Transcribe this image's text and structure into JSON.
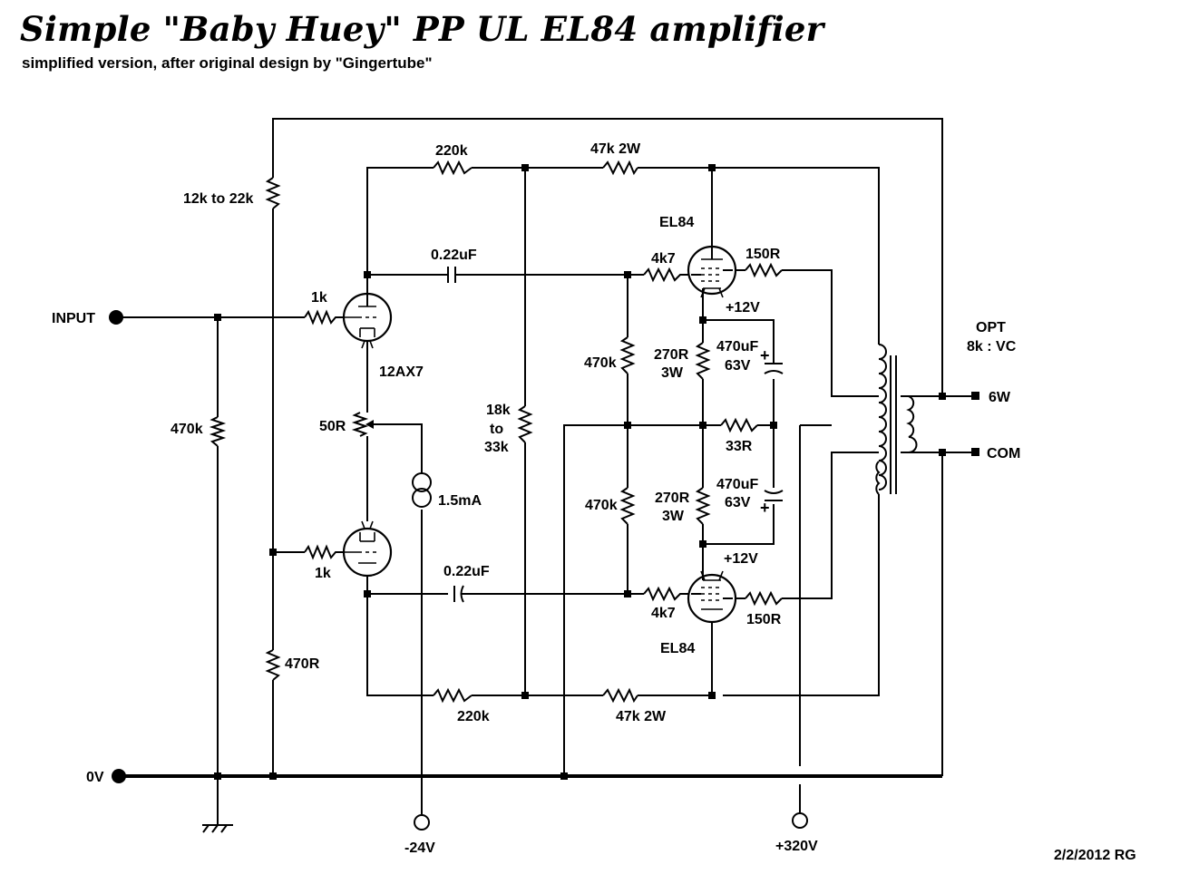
{
  "title": "Simple \"Baby Huey\" PP UL EL84 amplifier",
  "subtitle": "simplified version, after original design by \"Gingertube\"",
  "date": "2/2/2012 RG",
  "labels": {
    "input": "INPUT",
    "zero_v": "0V",
    "neg_24v": "-24V",
    "pos_320v": "+320V",
    "opt": "OPT",
    "opt_ratio": "8k : VC",
    "out_6w": "6W",
    "out_com": "COM",
    "tube_12ax7": "12AX7",
    "tube_el84_top": "EL84",
    "tube_el84_bottom": "EL84",
    "plus12v_top": "+12V",
    "plus12v_bottom": "+12V",
    "current_source": "1.5mA"
  },
  "components": {
    "r_feedback": "12k to 22k",
    "r_in_grid_top": "1k",
    "r_in_grid_bottom": "1k",
    "r_input_470k": "470k",
    "r_pot_50r": "50R",
    "r_470r": "470R",
    "r_220k_top": "220k",
    "r_220k_bottom": "220k",
    "r_47k_top": "47k 2W",
    "r_47k_bottom": "47k 2W",
    "c_top": "0.22uF",
    "c_bottom": "0.22uF",
    "r_18k_a": "18k",
    "r_18k_b": "to",
    "r_18k_c": "33k",
    "r_grid_470k_top": "470k",
    "r_grid_470k_bottom": "470k",
    "r_4k7_top": "4k7",
    "r_4k7_bottom": "4k7",
    "r_150r_top": "150R",
    "r_150r_bottom": "150R",
    "r_270r_top_a": "270R",
    "r_270r_top_b": "3W",
    "r_270r_bottom_a": "270R",
    "r_270r_bottom_b": "3W",
    "c_470u_top_a": "470uF",
    "c_470u_top_b": "63V",
    "c_470u_bottom_a": "470uF",
    "c_470u_bottom_b": "63V",
    "r_33r": "33R",
    "cap_plus_top": "+",
    "cap_plus_bottom": "+"
  }
}
